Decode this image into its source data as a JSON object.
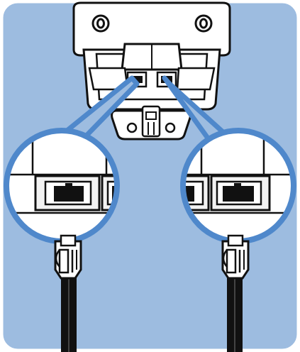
{
  "diagram": {
    "type": "installation-illustration",
    "colors": {
      "panel": "#9dbce0",
      "panel_border": "#ffffff",
      "highlight": "#4f88cb",
      "outline": "#111111",
      "device_fill": "#ffffff",
      "magnifier_fill": "#ffffff",
      "jack_fill": "#f2f2f2",
      "cable": "#111111"
    },
    "icons": [
      "telephone-base-unit",
      "rj11-jack-left",
      "rj11-jack-right",
      "magnified-jack-left",
      "magnified-jack-right",
      "rj11-plug-left",
      "rj11-plug-right",
      "telephone-cord-left",
      "telephone-cord-right"
    ]
  }
}
